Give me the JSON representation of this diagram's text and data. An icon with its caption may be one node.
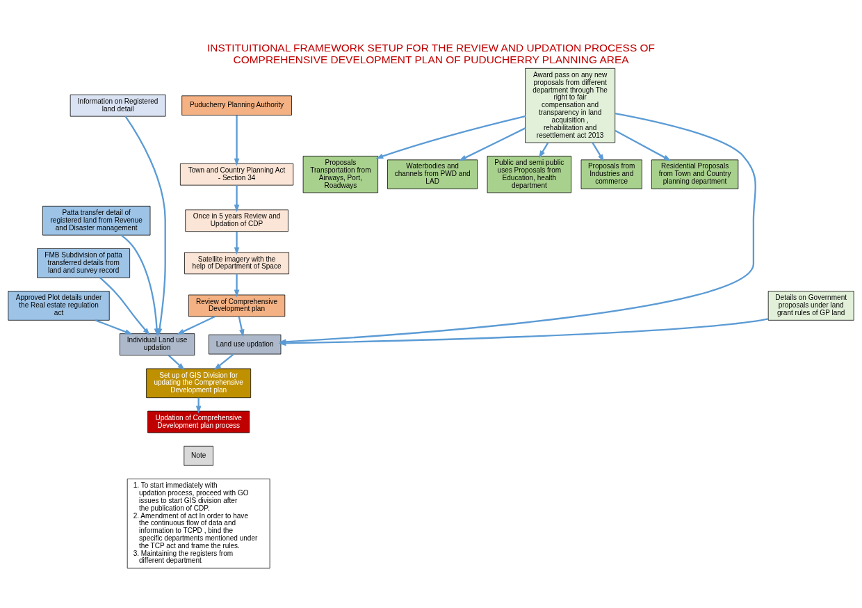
{
  "diagram": {
    "title": "INSTITUITIONAL FRAMEWORK SETUP FOR THE REVIEW AND UPDATION PROCESS OF COMPREHENSIVE DEVELOPMENT PLAN OF PUDUCHERRY PLANNING AREA",
    "nodes": [
      {
        "text": [
          "Information on Registered land detail"
        ]
      },
      {
        "text": [
          "Patta transfer detail of registered land from Revenue and Disaster management"
        ]
      },
      {
        "text": [
          "FMB Subdivision of patta transferred details from land and survey record"
        ]
      },
      {
        "text": [
          "Approved Plot details under the Real estate regulation act"
        ]
      },
      {
        "text": [
          "Puducherry Planning Authority"
        ]
      },
      {
        "text": [
          "Town and Country Planning Act - Section 34"
        ]
      },
      {
        "text": [
          "Once in 5 years Review and Updation of CDP"
        ]
      },
      {
        "text": [
          "Satellite imagery with the help of Department of Space"
        ]
      },
      {
        "text": [
          "Review of Comprehensive Development plan"
        ]
      },
      {
        "text": [
          "Award pass on any new proposals from different department through The right to fair compensation and transparency in land acquisition , rehabilitation and resettlement act 2013"
        ]
      },
      {
        "text": [
          "Details on Government proposals under land grant rules of GP land"
        ]
      },
      {
        "text": [
          "Proposals Transportation from Airways, Port, Roadways"
        ]
      },
      {
        "text": [
          "Waterbodies and channels from PWD and LAD"
        ]
      },
      {
        "text": [
          "Public and semi public uses Proposals from Education, health department"
        ]
      },
      {
        "text": [
          "Proposals from Industries and commerce"
        ]
      },
      {
        "text": [
          "Residential Proposals from Town and Country planning department"
        ]
      },
      {
        "text": [
          "Individual Land use updation"
        ]
      },
      {
        "text": [
          "Land use updation"
        ]
      },
      {
        "text": [
          "Set up of GIS Division for updating the Comprehensive Development plan"
        ]
      },
      {
        "text": [
          "Updation of Comprehensive Development plan process"
        ]
      },
      {
        "text": [
          "Note"
        ]
      },
      {
        "text": [
          "1. To start immediately with updation process, proceed with GO issues to start GIS division after the publication of CDP.",
          "2. Amendment of act In order to have the continuous flow of data and information to TCPD , bind the specific departments mentioned under the TCP act and frame the rules.",
          "3. Maintaining the registers from different department"
        ]
      }
    ],
    "edges": [
      {
        "from": 0,
        "to": 16,
        "arrow": "to"
      },
      {
        "from": 1,
        "to": 16,
        "arrow": "to"
      },
      {
        "from": 2,
        "to": 16,
        "arrow": "to"
      },
      {
        "from": 3,
        "to": 16,
        "arrow": "to"
      },
      {
        "from": 4,
        "to": 5,
        "arrow": "to"
      },
      {
        "from": 5,
        "to": 6,
        "arrow": "to"
      },
      {
        "from": 6,
        "to": 7,
        "arrow": "to"
      },
      {
        "from": 7,
        "to": 8,
        "arrow": "to"
      },
      {
        "from": 8,
        "to": 16,
        "arrow": "to"
      },
      {
        "from": 8,
        "to": 17,
        "arrow": "to"
      },
      {
        "from": 9,
        "to": 17,
        "arrow": "to"
      },
      {
        "from": 10,
        "to": 17,
        "arrow": "to"
      },
      {
        "from": 9,
        "to": 11,
        "arrow": "to"
      },
      {
        "from": 9,
        "to": 12,
        "arrow": "to"
      },
      {
        "from": 9,
        "to": 13,
        "arrow": "to"
      },
      {
        "from": 9,
        "to": 14,
        "arrow": "to"
      },
      {
        "from": 9,
        "to": 15,
        "arrow": "to"
      },
      {
        "from": 16,
        "to": 18,
        "arrow": "to"
      },
      {
        "from": 17,
        "to": 18,
        "arrow": "to"
      },
      {
        "from": 18,
        "to": 19,
        "arrow": "to"
      }
    ]
  }
}
